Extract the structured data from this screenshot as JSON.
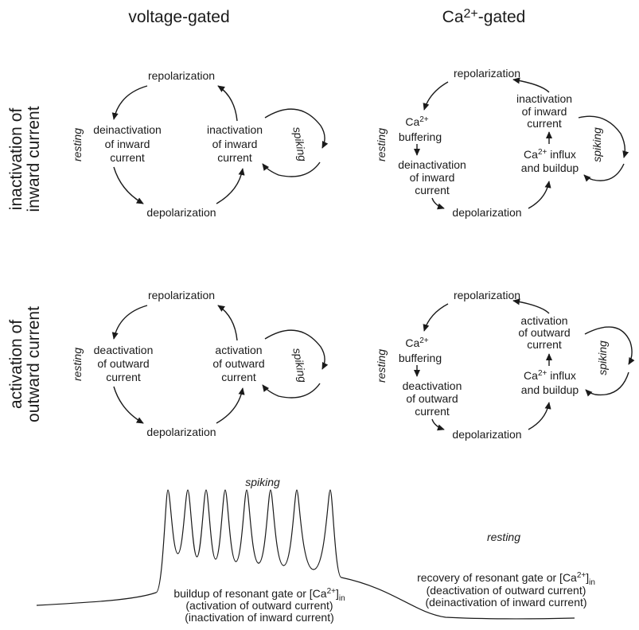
{
  "headers": {
    "voltage": "voltage-gated",
    "calcium_prefix": "Ca",
    "calcium_sup": "2+",
    "calcium_suffix": "-gated"
  },
  "row_labels": {
    "inactivation": [
      "inactivation of",
      "inward current"
    ],
    "activation": [
      "activation of",
      "outward current"
    ]
  },
  "panel_vi": {
    "top": "repolarization",
    "bottom": "depolarization",
    "left": [
      "deinactivation",
      "of inward",
      "current"
    ],
    "right": [
      "inactivation",
      "of inward",
      "current"
    ],
    "resting": "resting",
    "spiking": "spiking"
  },
  "panel_ci": {
    "top": "repolarization",
    "bottom": "depolarization",
    "buffer_ca": "Ca",
    "buffer_sup": "2+",
    "buffer_word": "buffering",
    "left": [
      "deinactivation",
      "of inward",
      "current"
    ],
    "right": [
      "inactivation",
      "of inward",
      "current"
    ],
    "influx_ca": "Ca",
    "influx_sup": "2+",
    "influx_rest": " influx",
    "buildup": "and buildup",
    "resting": "resting",
    "spiking": "spiking"
  },
  "panel_va": {
    "top": "repolarization",
    "bottom": "depolarization",
    "left": [
      "deactivation",
      "of outward",
      "current"
    ],
    "right": [
      "activation",
      "of outward",
      "current"
    ],
    "resting": "resting",
    "spiking": "spiking"
  },
  "panel_ca": {
    "top": "repolarization",
    "bottom": "depolarization",
    "buffer_ca": "Ca",
    "buffer_sup": "2+",
    "buffer_word": "buffering",
    "left": [
      "deactivation",
      "of outward",
      "current"
    ],
    "right": [
      "activation",
      "of outward",
      "current"
    ],
    "influx_ca": "Ca",
    "influx_sup": "2+",
    "influx_rest": " influx",
    "buildup": "and buildup",
    "resting": "resting",
    "spiking": "spiking"
  },
  "trace": {
    "spiking": "spiking",
    "resting": "resting",
    "buildup_main": "buildup of resonant gate or [Ca",
    "buildup_sup": "2+",
    "buildup_close": "]",
    "buildup_sub": "in",
    "buildup_l2": "(activation of outward current)",
    "buildup_l3": "(inactivation of inward current)",
    "recovery_main": "recovery of resonant gate or [Ca",
    "recovery_sup": "2+",
    "recovery_close": "]",
    "recovery_sub": "in",
    "recovery_l2": "(deactivation of outward current)",
    "recovery_l3": "(deinactivation of inward current)",
    "spike_count": 8
  }
}
